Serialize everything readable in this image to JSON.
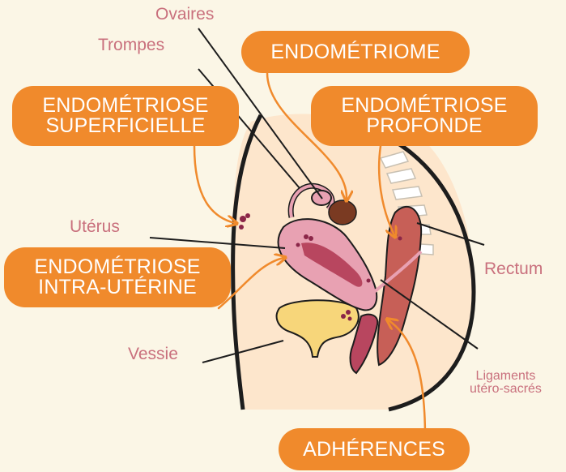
{
  "pills": {
    "endometriome": "ENDOMÉTRIOME",
    "superficielle_l1": "ENDOMÉTRIOSE",
    "superficielle_l2": "SUPERFICIELLE",
    "profonde_l1": "ENDOMÉTRIOSE",
    "profonde_l2": "PROFONDE",
    "intra_l1": "ENDOMÉTRIOSE",
    "intra_l2": "INTRA-UTÉRINE",
    "adherences": "ADHÉRENCES"
  },
  "labels": {
    "ovaires": "Ovaires",
    "trompes": "Trompes",
    "uterus": "Utérus",
    "vessie": "Vessie",
    "rectum": "Rectum",
    "ligaments_l1": "Ligaments",
    "ligaments_l2": "utéro-sacrés"
  },
  "colors": {
    "accent": "#f08a2c",
    "label_text": "#c9707d",
    "background": "#fbf6e6"
  }
}
